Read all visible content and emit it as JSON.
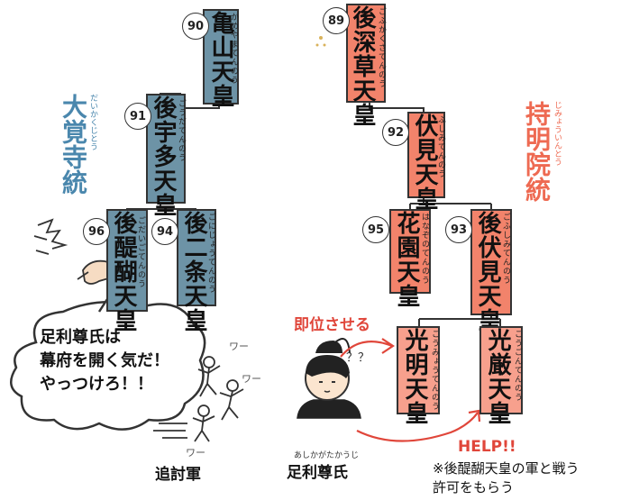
{
  "emperors": [
    {
      "id": "e90",
      "number": "90",
      "name": "亀山天皇",
      "reading": "かめやまてんのう",
      "color": "#6d93a6"
    },
    {
      "id": "e91",
      "number": "91",
      "name": "後宇多天皇",
      "reading": "ごうだてんのう",
      "color": "#6d93a6"
    },
    {
      "id": "e96",
      "number": "96",
      "name": "後醍醐天皇",
      "reading": "ごだいごてんのう",
      "color": "#6d93a6"
    },
    {
      "id": "e94",
      "number": "94",
      "name": "後二条天皇",
      "reading": "ごにじょうてんのう",
      "color": "#6d93a6"
    },
    {
      "id": "e89",
      "number": "89",
      "name": "後深草天皇",
      "reading": "ごふかくさてんのう",
      "color": "#f2836b"
    },
    {
      "id": "e92",
      "number": "92",
      "name": "伏見天皇",
      "reading": "ふしみてんのう",
      "color": "#f2836b"
    },
    {
      "id": "e95",
      "number": "95",
      "name": "花園天皇",
      "reading": "はなぞのてんのう",
      "color": "#f2836b"
    },
    {
      "id": "e93",
      "number": "93",
      "name": "後伏見天皇",
      "reading": "ごふしみてんのう",
      "color": "#f2836b"
    },
    {
      "id": "komyo",
      "number": "",
      "name": "光明天皇",
      "reading": "こうみょうてんのう",
      "color": "#f7a08d"
    },
    {
      "id": "kogon",
      "number": "",
      "name": "光厳天皇",
      "reading": "こうごんてんのう",
      "color": "#f7a08d"
    }
  ],
  "lineages": {
    "daikakuji": {
      "name": "大覚寺統",
      "reading": "だいかくじとう",
      "color": "#4a87ad"
    },
    "jimyoin": {
      "name": "持明院統",
      "reading": "じみょういんとう",
      "color": "#ee6a52"
    }
  },
  "speech_bubble": "足利尊氏は\n幕府を開く気だ！\nやっつけろ！！",
  "army_label": "追討軍",
  "wa_sounds": [
    "ワー",
    "ワー",
    "ワー"
  ],
  "takauji": {
    "name": "足利尊氏",
    "reading": "あしかがたかうじ",
    "thinking": "？？"
  },
  "enthrone_label": "即位させる",
  "help_label": "HELP!!",
  "note": "※後醍醐天皇の軍と戦う\n許可をもらう",
  "colors": {
    "daikakuji": "#6d93a6",
    "jimyoin": "#f2836b",
    "arrow": "#e0463a"
  }
}
